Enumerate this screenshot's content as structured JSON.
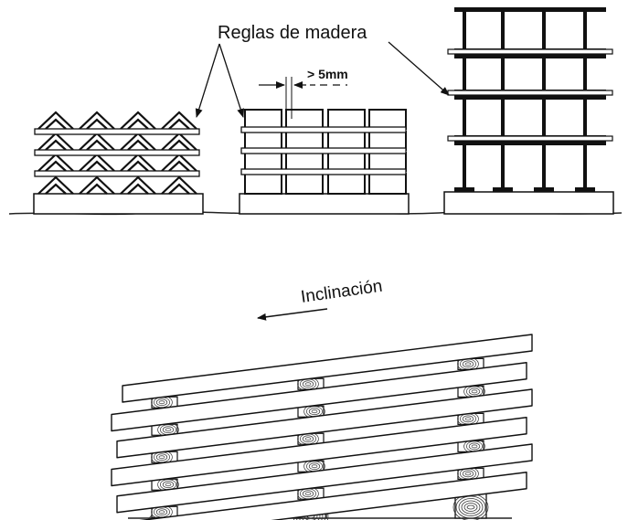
{
  "labels": {
    "reglas": "Reglas de madera",
    "gap": "> 5mm",
    "inclinacion": "Inclinación"
  },
  "colors": {
    "line": "#111111",
    "fill": "#ffffff",
    "ground": "#222222"
  }
}
